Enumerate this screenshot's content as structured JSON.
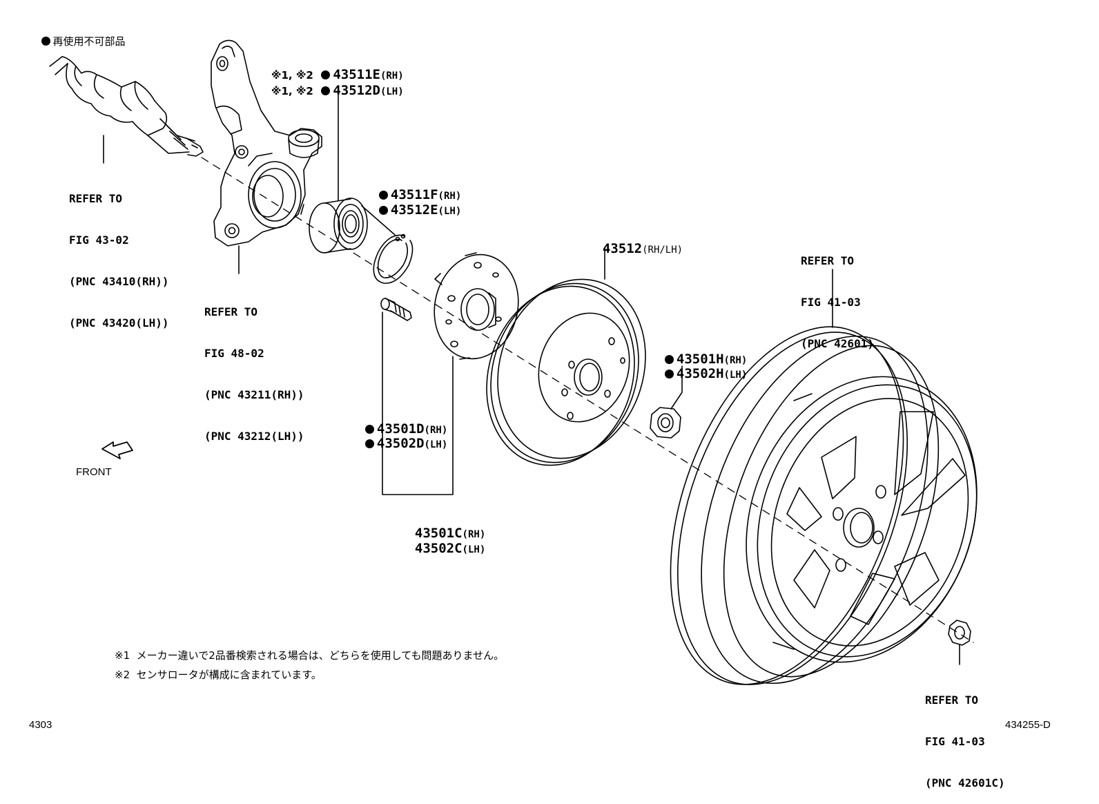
{
  "legend": {
    "text": "再使用不可部品"
  },
  "callouts": {
    "p43511E": {
      "prefix": "※1, ※2",
      "number": "43511E",
      "side": "(RH)"
    },
    "p43512D": {
      "prefix": "※1, ※2",
      "number": "43512D",
      "side": "(LH)"
    },
    "p43511F": {
      "number": "43511F",
      "side": "(RH)"
    },
    "p43512E": {
      "number": "43512E",
      "side": "(LH)"
    },
    "p43512": {
      "number": "43512",
      "side": "(RH/LH)"
    },
    "p43501H": {
      "number": "43501H",
      "side": "(RH)"
    },
    "p43502H": {
      "number": "43502H",
      "side": "(LH)"
    },
    "p43501D": {
      "number": "43501D",
      "side": "(RH)"
    },
    "p43502D": {
      "number": "43502D",
      "side": "(LH)"
    },
    "p43501C": {
      "number": "43501C",
      "side": "(RH)"
    },
    "p43502C": {
      "number": "43502C",
      "side": "(LH)"
    }
  },
  "refs": {
    "driveshaft": {
      "l1": "REFER TO",
      "l2": "FIG 43-02",
      "l3": "(PNC 43410(RH))",
      "l4": "(PNC 43420(LH))"
    },
    "knuckle": {
      "l1": "REFER TO",
      "l2": "FIG 48-02",
      "l3": "(PNC 43211(RH))",
      "l4": "(PNC 43212(LH))"
    },
    "wheel": {
      "l1": "REFER TO",
      "l2": "FIG 41-03",
      "l3": "(PNC 42601)"
    },
    "wheelnut": {
      "l1": "REFER TO",
      "l2": "FIG 41-03",
      "l3": "(PNC 42601C)"
    }
  },
  "front_label": "FRONT",
  "notes": {
    "n1": "※1  メーカー違いで2品番検索される場合は、どちらを使用しても問題ありません。",
    "n2": "※2  センサロータが構成に含まれています。"
  },
  "footer": {
    "left": "4303",
    "right": "434255-D"
  }
}
